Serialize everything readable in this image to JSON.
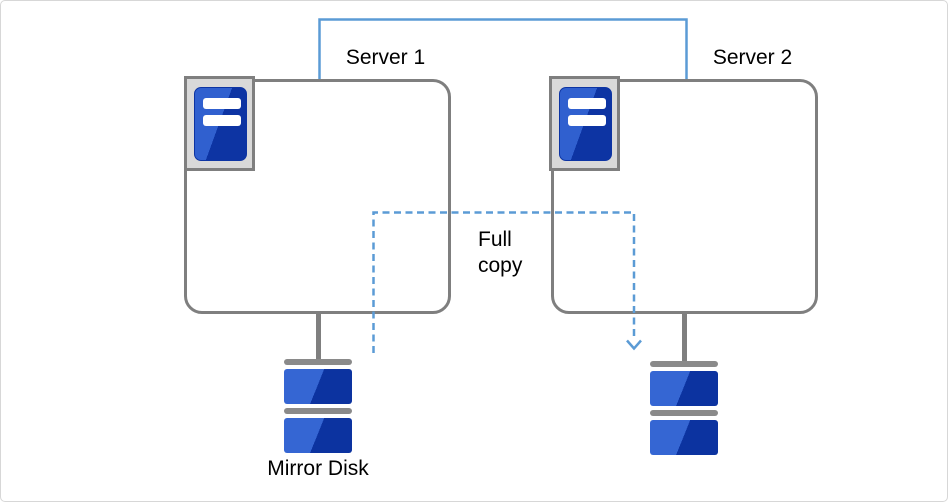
{
  "diagram": {
    "server1": {
      "label": "Server 1"
    },
    "server2": {
      "label": "Server 2"
    },
    "full_copy": {
      "label": "Full copy"
    },
    "mirror_disk": {
      "label": "Mirror Disk"
    }
  },
  "colors": {
    "accent_blue": "#5B9BD5",
    "box_border": "#7F7F7F",
    "frame_fill": "#D9D9D9",
    "frame_border": "#7F7F7F",
    "bar_gray": "#8A8A8A",
    "blue_light": "#3060CF",
    "blue_dark": "#0D34A3",
    "disk_blue_light": "#3566D3",
    "disk_blue_dark": "#0C33A0",
    "canvas_border": "#D7D7D7",
    "text": "#000000"
  }
}
